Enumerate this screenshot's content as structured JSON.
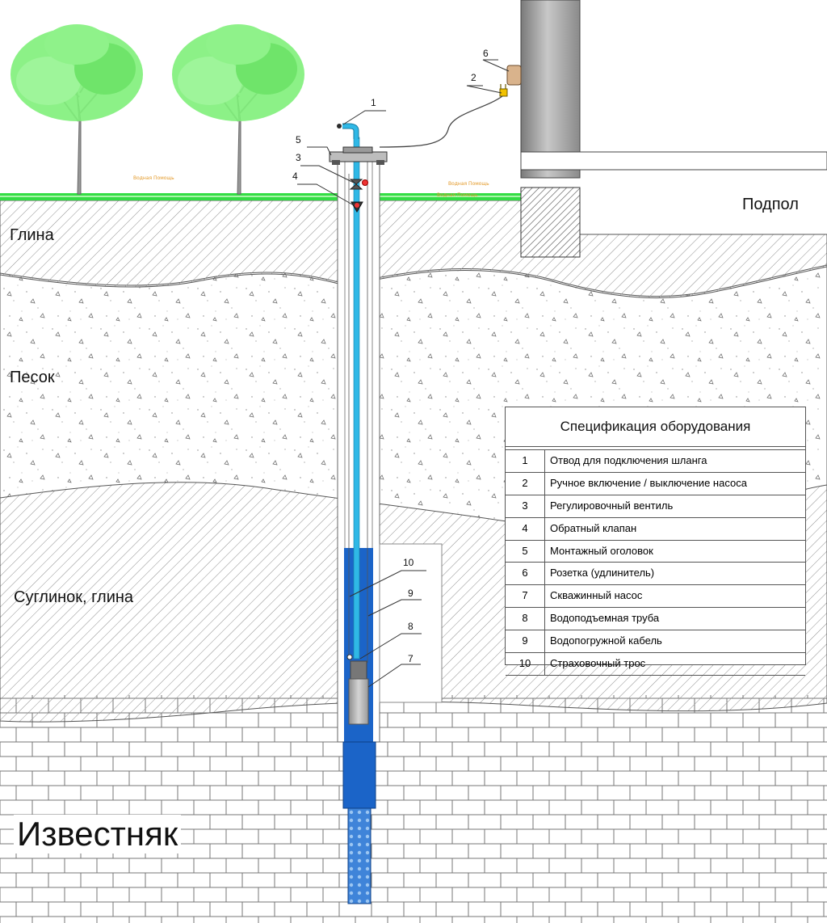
{
  "layers": {
    "clay": "Глина",
    "sand": "Песок",
    "loam": "Суглинок, глина",
    "limestone": "Известняк",
    "underfloor": "Подпол"
  },
  "watermark": "Водная Помощь",
  "callouts": [
    "1",
    "2",
    "3",
    "4",
    "5",
    "6",
    "7",
    "8",
    "9",
    "10"
  ],
  "spec": {
    "title": "Спецификация оборудования",
    "rows": [
      {
        "num": "1",
        "text": "Отвод для подключения шланга"
      },
      {
        "num": "2",
        "text": "Ручное включение / выключение насоса"
      },
      {
        "num": "3",
        "text": "Регулировочный вентиль"
      },
      {
        "num": "4",
        "text": "Обратный клапан"
      },
      {
        "num": "5",
        "text": "Монтажный оголовок"
      },
      {
        "num": "6",
        "text": "Розетка (удлинитель)"
      },
      {
        "num": "7",
        "text": "Скважинный  насос"
      },
      {
        "num": "8",
        "text": "Водоподъемная труба"
      },
      {
        "num": "9",
        "text": "Водопогружной кабель"
      },
      {
        "num": "10",
        "text": "Страховочный трос"
      }
    ]
  },
  "colors": {
    "grass": "#33dd44",
    "water": "#1b64c8",
    "pipe": "#2fb8e6",
    "tree_leaves": "#7ff07a",
    "hatch": "#9a9a9a",
    "foundation": "#9b9b9b"
  }
}
